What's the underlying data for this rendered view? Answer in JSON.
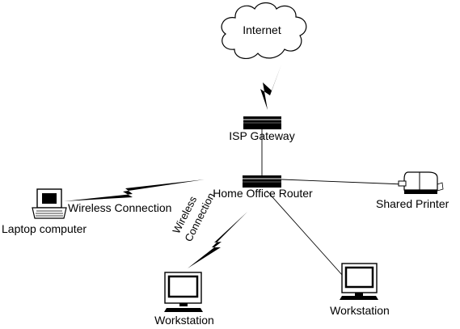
{
  "nodes": {
    "internet": "Internet",
    "isp_gateway": "ISP Gateway",
    "router": "Home Office Router",
    "laptop": "Laptop computer",
    "printer": "Shared Printer",
    "workstation_left": "Workstation",
    "workstation_right": "Workstation"
  },
  "links": {
    "laptop_wireless": "Wireless Connection",
    "workstation_wireless_line1": "Wireless",
    "workstation_wireless_line2": "Connection"
  }
}
